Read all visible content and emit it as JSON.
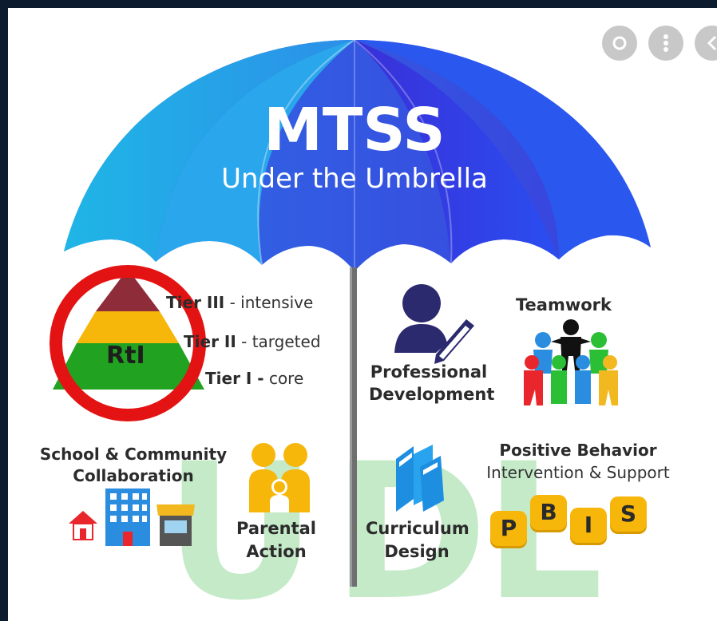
{
  "title": "MTSS",
  "subtitle": "Under the Umbrella",
  "rti": {
    "label": "RtI",
    "tiers": [
      {
        "name": "Tier III",
        "desc": " - intensive",
        "color": "#8e2c3a"
      },
      {
        "name": "Tier II",
        "desc": " - targeted",
        "color": "#f6b60a"
      },
      {
        "name": "Tier I -",
        "desc": " core",
        "color": "#21a321"
      }
    ],
    "highlight_color": "#e41313"
  },
  "professional_development": {
    "line1": "Professional",
    "line2": "Development"
  },
  "teamwork": {
    "label": "Teamwork"
  },
  "school_community": {
    "line1": "School & Community",
    "line2": "Collaboration"
  },
  "parental_action": {
    "line1": "Parental",
    "line2": "Action"
  },
  "curriculum_design": {
    "line1": "Curriculum",
    "line2": "Design"
  },
  "pbis": {
    "line1": "Positive Behavior",
    "line2": "Intervention & Support",
    "letters": [
      "P",
      "B",
      "I",
      "S"
    ]
  },
  "udl": {
    "letters": [
      "U",
      "D",
      "L"
    ]
  },
  "colors": {
    "frame": "#0c1b2e",
    "umbrella_light": "#26bde8",
    "umbrella_dark": "#3a2fd8",
    "udl": "#c4eac8",
    "tile": "#f6b60a"
  }
}
